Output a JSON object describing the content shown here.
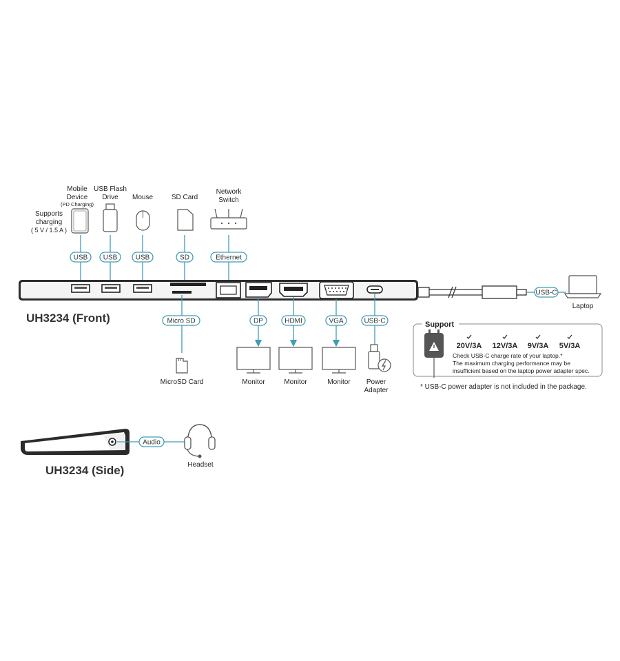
{
  "front_title": "UH3234 (Front)",
  "side_title": "UH3234 (Side)",
  "top_devices": {
    "supports_charging": [
      "Supports",
      "charging",
      "( 5 V / 1.5 A )"
    ],
    "mobile": [
      "Mobile",
      "Device",
      "(PD Charging)"
    ],
    "flash": [
      "USB Flash",
      "Drive"
    ],
    "mouse": "Mouse",
    "sdcard": "SD Card",
    "network": [
      "Network",
      "Switch"
    ]
  },
  "top_ports": [
    "USB",
    "USB",
    "USB",
    "SD",
    "Ethernet"
  ],
  "bottom_ports": {
    "micro_sd": "Micro SD",
    "dp": "DP",
    "hdmi": "HDMI",
    "vga": "VGA",
    "usbc": "USB-C"
  },
  "bottom_devices": {
    "microsd_card": "MicroSD Card",
    "monitor1": "Monitor",
    "monitor2": "Monitor",
    "monitor3": "Monitor",
    "power_adapter": [
      "Power",
      "Adapter"
    ]
  },
  "laptop": {
    "port": "USB-C",
    "label": "Laptop"
  },
  "support": {
    "title": "Support",
    "ratings": [
      "20V/3A",
      "12V/3A",
      "9V/3A",
      "5V/3A"
    ],
    "note": [
      "Check USB-C charge rate of your laptop.*",
      "The maximum charging performance may be",
      "insufficient based on the laptop power adapter spec."
    ],
    "footnote": "* USB-C power adapter is not included in the package."
  },
  "side": {
    "audio": "Audio",
    "headset": "Headset"
  }
}
